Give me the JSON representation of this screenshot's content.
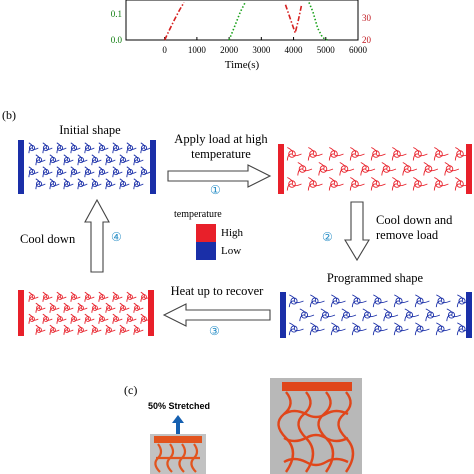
{
  "chart_data": {
    "type": "line",
    "xlabel": "Time(s)",
    "x_ticks": [
      "0",
      "1000",
      "2000",
      "3000",
      "4000",
      "5000",
      "6000"
    ],
    "y_left_ticks": [
      "0.0",
      "0.1"
    ],
    "y_right_ticks": [
      "20",
      "30"
    ],
    "xlim": [
      -1200,
      6000
    ],
    "series": [
      {
        "color": "#d62020",
        "style": "dash-dot",
        "x": [
          0,
          120,
          300,
          450,
          600
        ],
        "y": [
          0.0,
          0.035,
          0.085,
          0.125,
          0.16
        ]
      },
      {
        "color": "#18a018",
        "style": "dotted",
        "x": [
          2000,
          2150,
          2350,
          2500
        ],
        "y": [
          0.0,
          0.05,
          0.12,
          0.16
        ]
      },
      {
        "color": "#d62020",
        "style": "dash-dot",
        "x": [
          3750,
          3900,
          4050,
          4150,
          4250
        ],
        "y": [
          0.15,
          0.09,
          0.03,
          0.085,
          0.15
        ]
      },
      {
        "color": "#18a018",
        "style": "dotted",
        "x": [
          4480,
          4600,
          4750,
          4900,
          5050
        ],
        "y": [
          0.16,
          0.12,
          0.05,
          0.01,
          0.0
        ]
      }
    ]
  },
  "panel_b": {
    "label": "(b)",
    "initial_shape": "Initial shape",
    "apply_load_line1": "Apply load at high",
    "apply_load_line2": "temperature",
    "cool_remove_line1": "Cool down and",
    "cool_remove_line2": "remove load",
    "programmed_shape": "Programmed shape",
    "heat_up": "Heat up to recover",
    "cool_down": "Cool down",
    "legend_title": "temperature",
    "legend_high": "High",
    "legend_low": "Low",
    "step1": "①",
    "step2": "②",
    "step3": "③",
    "step4": "④",
    "colors": {
      "high": "#e8202a",
      "low": "#1a2fa8"
    }
  },
  "panel_c": {
    "label": "(c)",
    "stretched": "50% Stretched"
  }
}
